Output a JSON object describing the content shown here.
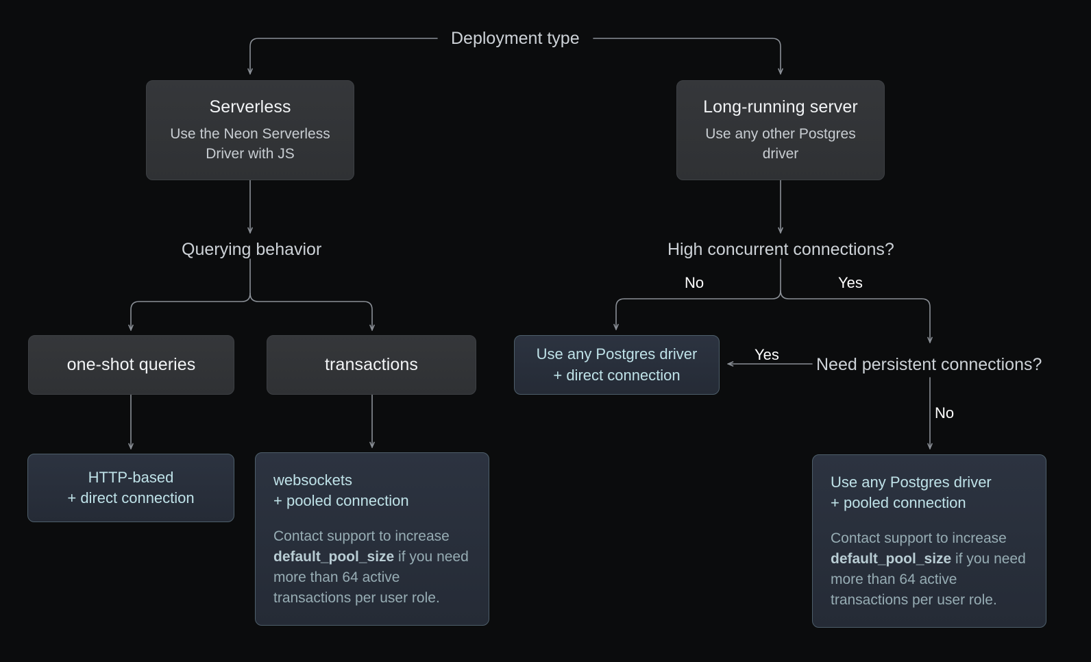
{
  "diagram": {
    "title": "Deployment type",
    "background": "#0b0c0d",
    "edge_color": "#8b9097",
    "accent_text": "#bfe2e8",
    "neutral_text": "#f2f4f6",
    "group_labels": {
      "root": "Deployment type",
      "querying_behavior": "Querying behavior",
      "high_concurrent": "High concurrent connections?",
      "need_persistent": "Need persistent connections?"
    },
    "edge_labels": {
      "hc_no": "No",
      "hc_yes": "Yes",
      "np_yes": "Yes",
      "np_no": "No"
    },
    "nodes": {
      "serverless": {
        "title": "Serverless",
        "subtitle": "Use the Neon Serverless Driver with JS"
      },
      "long_running": {
        "title": "Long-running server",
        "subtitle": "Use any other Postgres driver"
      },
      "one_shot": {
        "title": "one-shot queries"
      },
      "transactions": {
        "title": "transactions"
      },
      "http_direct": {
        "line1": "HTTP-based",
        "line2": "+ direct connection"
      },
      "websockets_pooled": {
        "line1": "websockets",
        "line2": "+ pooled connection",
        "note_pre": "Contact support to increase ",
        "note_code": "default_pool_size",
        "note_post": " if you need more than 64 active transactions per user role."
      },
      "pg_direct": {
        "line1": "Use any Postgres driver",
        "line2": "+ direct connection"
      },
      "pg_pooled": {
        "line1": "Use any Postgres driver",
        "line2": "+ pooled connection",
        "note_pre": "Contact support to increase ",
        "note_code": "default_pool_size",
        "note_post": " if you need more than 64 active transactions per user role."
      }
    }
  }
}
